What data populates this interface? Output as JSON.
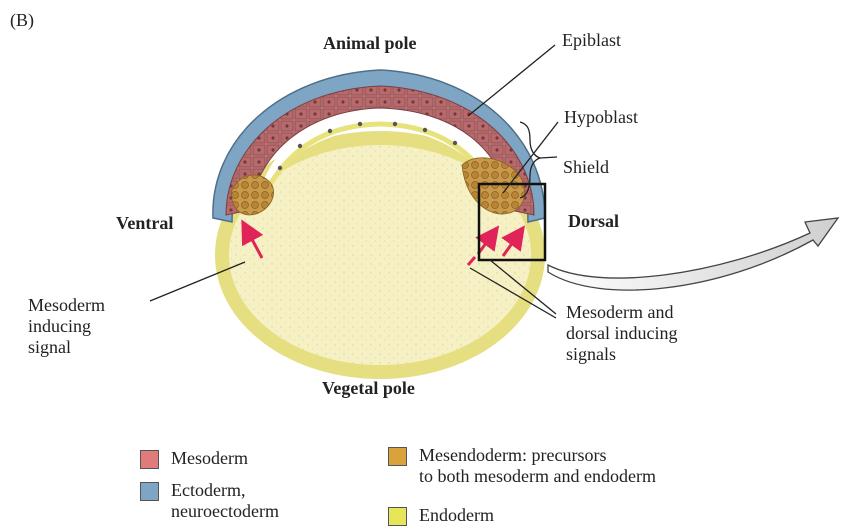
{
  "panel_label": "(B)",
  "labels": {
    "animal_pole": "Animal pole",
    "vegetal_pole": "Vegetal pole",
    "ventral": "Ventral",
    "dorsal": "Dorsal",
    "epiblast": "Epiblast",
    "hypoblast": "Hypoblast",
    "shield": "Shield",
    "mesoderm_inducing_signal": [
      "Mesoderm",
      "inducing",
      "signal"
    ],
    "mesoderm_dorsal_signals": [
      "Mesoderm and",
      "dorsal inducing",
      "signals"
    ]
  },
  "legend": [
    {
      "id": "mesoderm",
      "lines": [
        "Mesoderm"
      ],
      "color": "#e07b7b"
    },
    {
      "id": "ectoderm",
      "lines": [
        "Ectoderm,",
        "neuroectoderm"
      ],
      "color": "#7ea6c4"
    },
    {
      "id": "mesendoderm",
      "lines": [
        "Mesendoderm: precursors",
        "to both mesoderm and endoderm"
      ],
      "color": "#d9a23a"
    },
    {
      "id": "endoderm",
      "lines": [
        "Endoderm"
      ],
      "color": "#e7e55a"
    }
  ],
  "colors": {
    "yolk": "#f6f1c4",
    "yolk_border": "#e7e27a",
    "mesoderm": "#b66a6a",
    "ectoderm": "#7ea6c4",
    "mesendoderm": "#c99a4a",
    "arrow": "#e0245a"
  }
}
